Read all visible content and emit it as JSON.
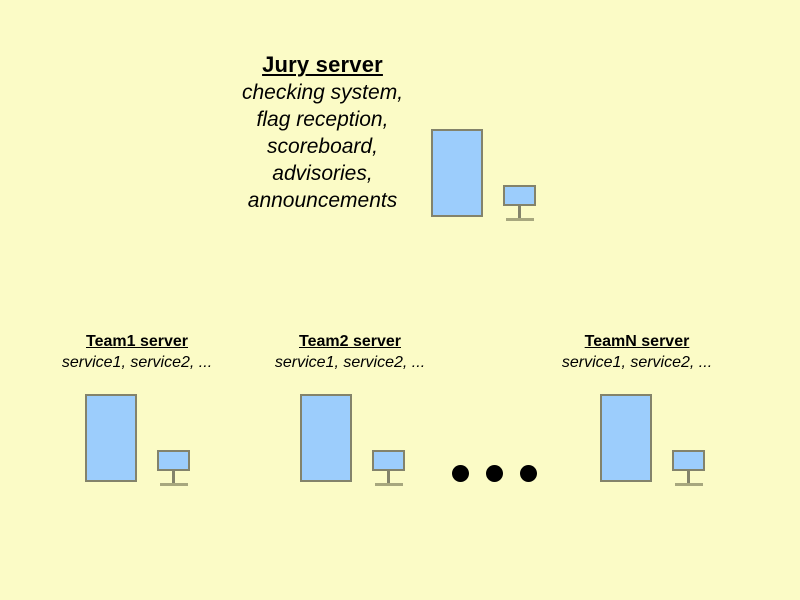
{
  "colors": {
    "background": "#fbfbc6",
    "box_fill": "#9ccdfc",
    "box_border": "#83836b",
    "text": "#000000",
    "dot": "#000000"
  },
  "jury": {
    "title": "Jury server",
    "description_lines": [
      "checking system,",
      "flag reception,",
      "scoreboard,",
      "advisories,",
      "announcements"
    ],
    "icon": "computer-icon"
  },
  "teams": [
    {
      "title": "Team1 server",
      "services": "service1, service2, ...",
      "icon": "computer-icon"
    },
    {
      "title": "Team2 server",
      "services": "service1, service2, ...",
      "icon": "computer-icon"
    },
    {
      "title": "TeamN server",
      "services": "service1, service2, ...",
      "icon": "computer-icon"
    }
  ],
  "ellipsis": {
    "name": "ellipsis-dots",
    "count": 3
  }
}
